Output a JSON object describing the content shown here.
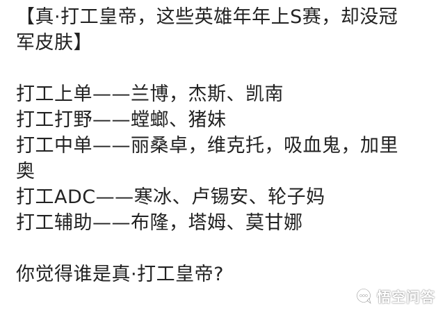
{
  "article": {
    "title_line_1": "【真·打工皇帝，这些英雄年年上S赛，却没冠",
    "title_line_2": "军皮肤】",
    "lines": [
      "打工上单——兰博，杰斯、凯南",
      "打工打野——螳螂、猪妹",
      "打工中单——丽桑卓，维克托，吸血鬼，加里",
      "奥",
      "打工ADC——寒冰、卢锡安、轮子妈",
      "打工辅助——布隆，塔姆、莫甘娜"
    ],
    "question": "你觉得谁是真·打工皇帝?"
  },
  "watermark": {
    "icon": "chat-bubble-icon",
    "text": "悟空问答"
  }
}
